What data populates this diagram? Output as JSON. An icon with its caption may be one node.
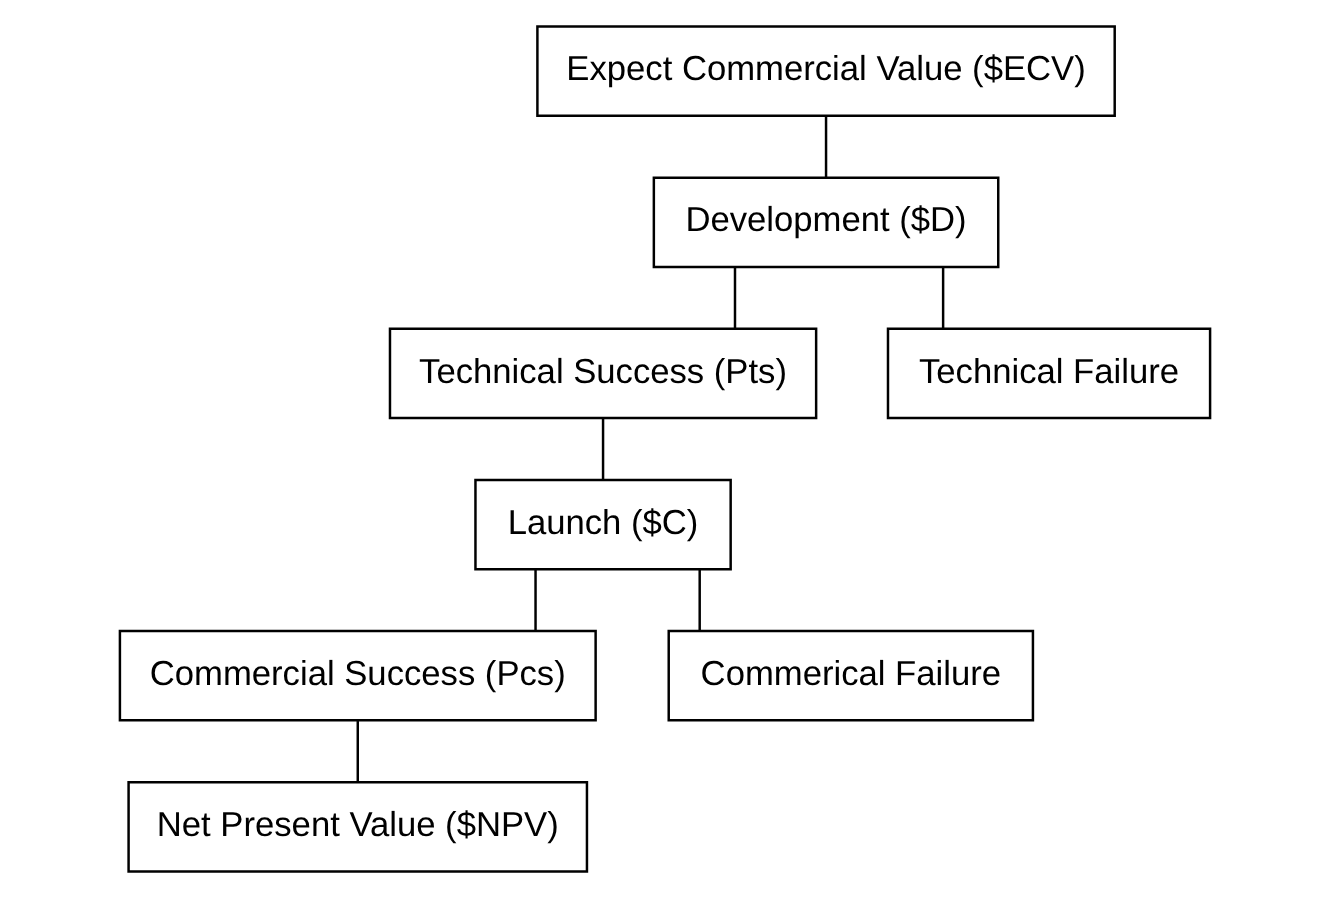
{
  "diagram": {
    "nodes": [
      {
        "text": [
          "Expect Commercial Value ($ECV)"
        ]
      },
      {
        "text": [
          "Development ($D)"
        ]
      },
      {
        "text": [
          "Technical Success (Pts)"
        ]
      },
      {
        "text": [
          "Technical Failure"
        ]
      },
      {
        "text": [
          "Launch ($C)"
        ]
      },
      {
        "text": [
          "Commercial Success (Pcs)"
        ]
      },
      {
        "text": [
          "Commerical Failure"
        ]
      },
      {
        "text": [
          "Net Present Value ($NPV)"
        ]
      }
    ],
    "edges": [
      {
        "from": 0,
        "to": 1,
        "arrow": "none"
      },
      {
        "from": 1,
        "to": 2,
        "arrow": "none"
      },
      {
        "from": 1,
        "to": 3,
        "arrow": "none"
      },
      {
        "from": 2,
        "to": 4,
        "arrow": "none"
      },
      {
        "from": 4,
        "to": 5,
        "arrow": "none"
      },
      {
        "from": 4,
        "to": 6,
        "arrow": "none"
      },
      {
        "from": 5,
        "to": 7,
        "arrow": "none"
      }
    ]
  }
}
